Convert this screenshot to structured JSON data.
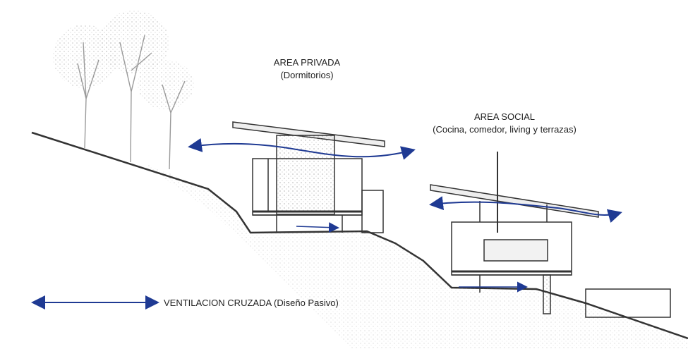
{
  "labels": {
    "private_area": {
      "title": "AREA PRIVADA",
      "subtitle": "(Dormitorios)"
    },
    "social_area": {
      "title": "AREA SOCIAL",
      "subtitle": "(Cocina, comedor, living y terrazas)"
    }
  },
  "legend": {
    "text": "VENTILACION CRUZADA (Diseño Pasivo)",
    "arrow_color": "#1f3a93"
  },
  "colors": {
    "line": "#333333",
    "ventilation": "#1f3a93",
    "tree": "#9a9a9a"
  }
}
